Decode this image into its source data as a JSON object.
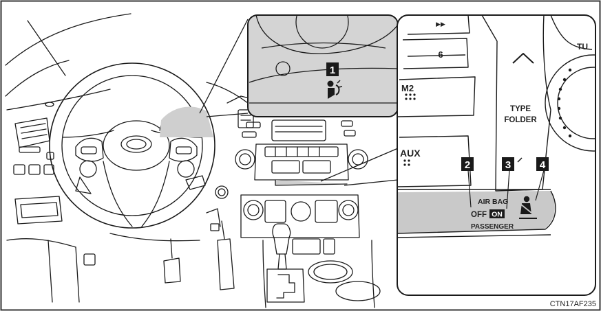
{
  "figure_code": "CTN17AF235",
  "callouts": [
    "1",
    "2",
    "3",
    "4"
  ],
  "panel": {
    "track_icon": "▶▶",
    "preset_6": "6",
    "preset_m2": "M2",
    "aux": "AUX",
    "type_folder_line1": "TYPE",
    "type_folder_line2": "FOLDER",
    "cropped_label": "TU",
    "up_chevron": "^"
  },
  "indicator": {
    "air_bag": "AIR BAG",
    "off": "OFF",
    "on": "ON",
    "passenger": "PASSENGER"
  },
  "icons": [
    "airbag-passenger-icon",
    "seatbelt-reminder-icon"
  ],
  "colors": {
    "line": "#1a1a1a",
    "callout_fill": "#1a1a1a",
    "inset_shade": "#d4d4d4",
    "panel_shade": "#c9c9c9"
  }
}
